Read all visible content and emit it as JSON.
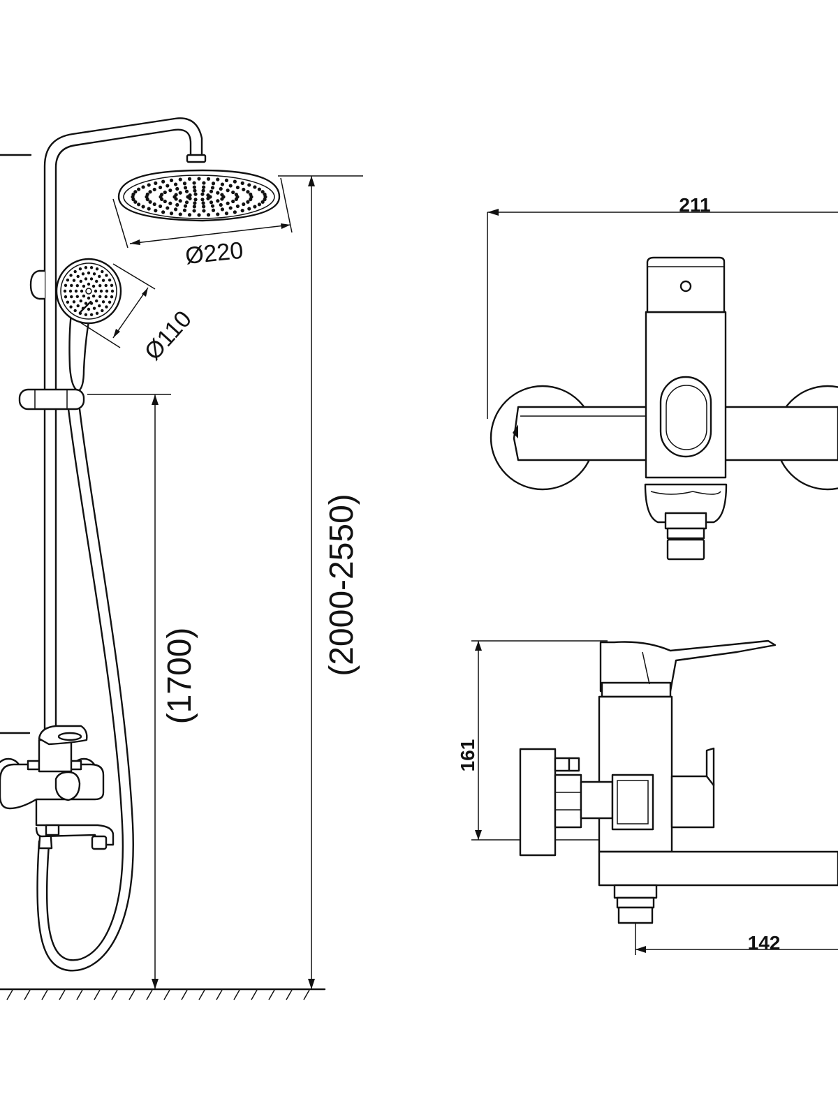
{
  "dimensions": {
    "rain_head_diameter": "Ø220",
    "hand_shower_diameter": "Ø110",
    "slide_bar_height": "(1700)",
    "total_height": "(2000-2550)",
    "mixer_width": "211",
    "mixer_height": "161",
    "spout_reach": "142"
  },
  "colors": {
    "line": "#111111",
    "background": "#ffffff"
  }
}
